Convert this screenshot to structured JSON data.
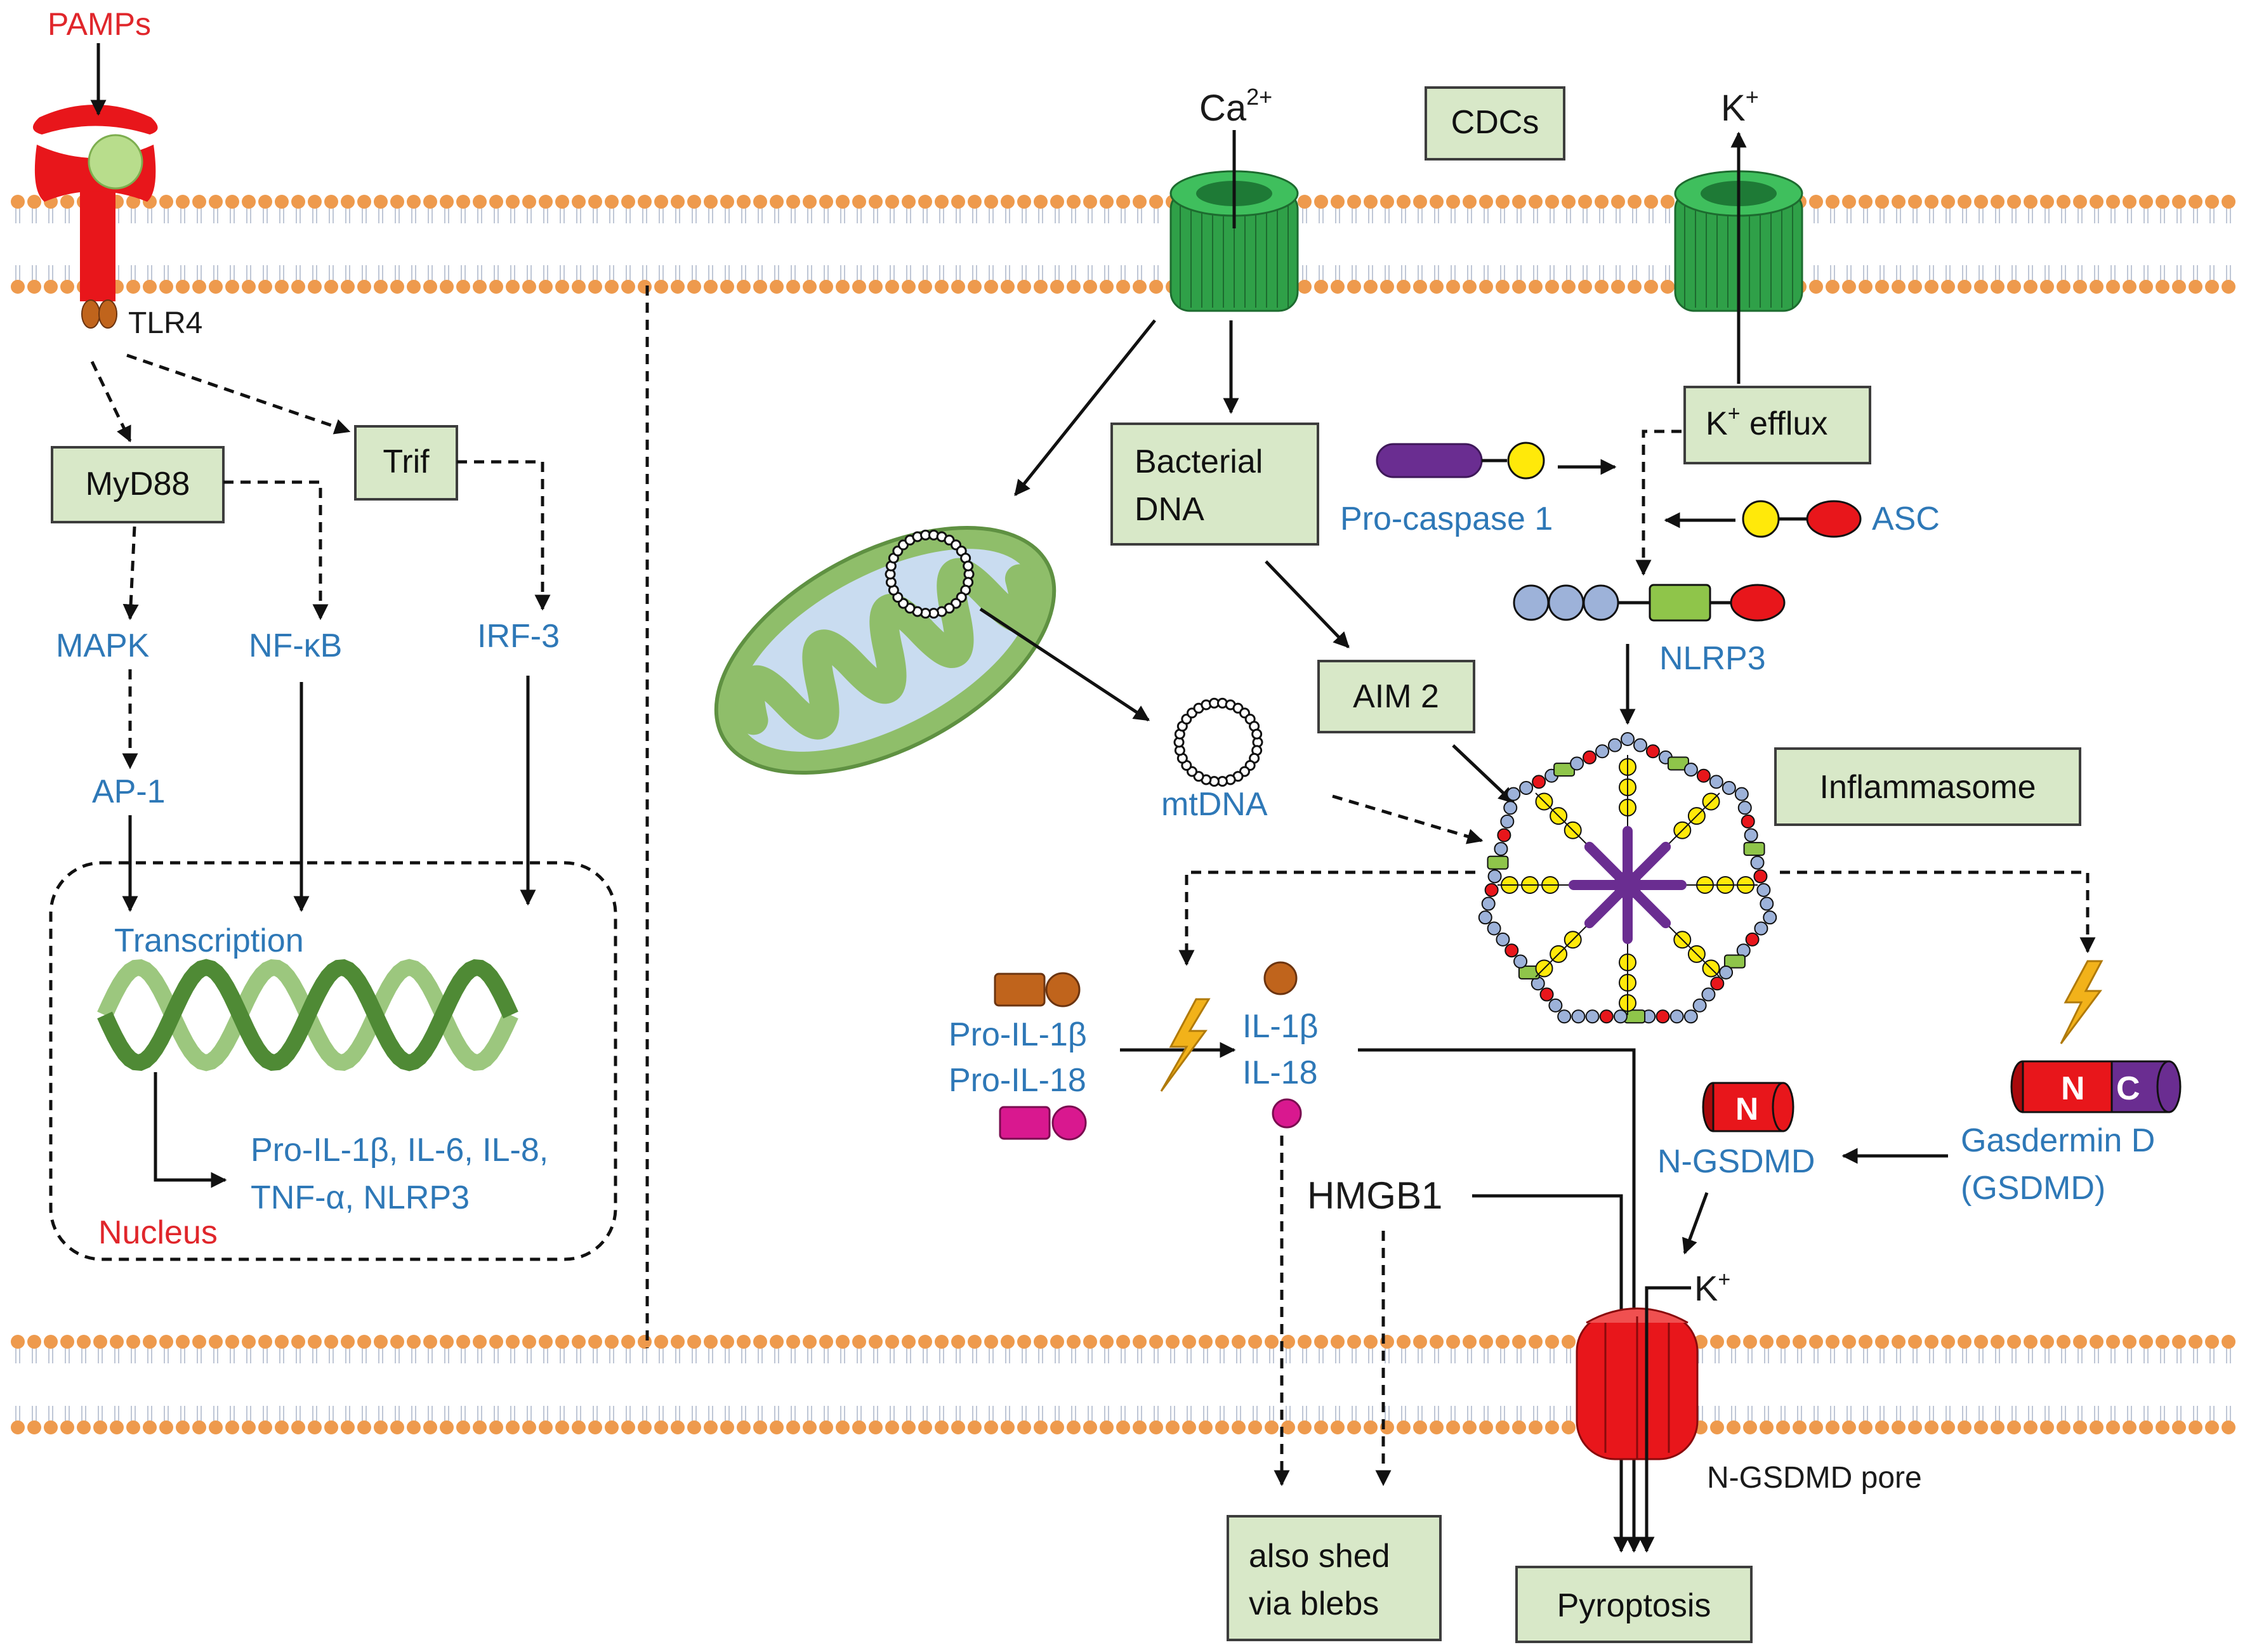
{
  "labels": {
    "pamps": "PAMPs",
    "tlr4": "TLR4",
    "ca": "Ca",
    "ca_sup": "2+",
    "k_top": "K",
    "k_top_sup": "+",
    "k_pore": "K",
    "k_pore_sup": "+",
    "mapk": "MAPK",
    "nfkb": "NF-κB",
    "irf3": "IRF-3",
    "ap1": "AP-1",
    "transcription": "Transcription",
    "genes_line1": "Pro-IL-1β, IL-6, IL-8,",
    "genes_line2": "TNF-α, NLRP3",
    "nucleus": "Nucleus",
    "mtdna": "mtDNA",
    "procaspase1": "Pro-caspase 1",
    "asc": "ASC",
    "nlrp3": "NLRP3",
    "pro_il1b": "Pro-IL-1β",
    "pro_il18": "Pro-IL-18",
    "il1b": "IL-1β",
    "il18": "IL-18",
    "hmgb1": "HMGB1",
    "n_gsdmd": "N-GSDMD",
    "gsdmd_line1": "Gasdermin D",
    "gsdmd_line2": "(GSDMD)",
    "n_letter": "N",
    "c_letter": "C",
    "n_gsdmd_pore": "N-GSDMD pore"
  },
  "boxes": {
    "cdcs": "CDCs",
    "k_efflux": "K",
    "k_efflux_sup": "+",
    "k_efflux_rest": " efflux",
    "myd88": "MyD88",
    "trif": "Trif",
    "bacterial_dna_line1": "Bacterial",
    "bacterial_dna_line2": "DNA",
    "aim2": "AIM 2",
    "inflammasome": "Inflammasome",
    "shed_line1": "also shed",
    "shed_line2": "via blebs",
    "pyroptosis": "Pyroptosis"
  },
  "colors": {
    "membrane_head": "#ee9a4d",
    "channel_green": "#2fa048",
    "receptor_red": "#e8161b",
    "box_fill": "#d8e8c8",
    "blue_text": "#2e78b7",
    "red_text": "#e0262b",
    "purple": "#6a2d91",
    "yellow": "#ffe90a"
  }
}
